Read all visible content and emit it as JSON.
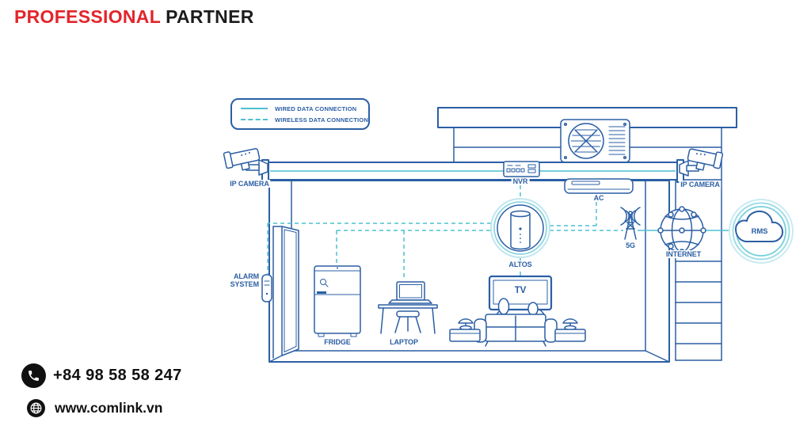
{
  "header": {
    "brand_primary": "PROFESSIONAL",
    "brand_secondary": "PARTNER"
  },
  "legend": {
    "wired": "WIRED DATA CONNECTION",
    "wireless": "WIRELESS DATA CONNECTION"
  },
  "diagram": {
    "labels": {
      "ip_camera_left": "IP CAMERA",
      "ip_camera_right": "IP CAMERA",
      "nvr": "NVR",
      "ac": "AC",
      "altos": "ALTOS",
      "five_g": "5G",
      "internet": "INTERNET",
      "rms": "RMS",
      "alarm_line1": "ALARM",
      "alarm_line2": "SYSTEM",
      "fridge": "FRIDGE",
      "laptop": "LAPTOP",
      "tv": "TV"
    }
  },
  "contact": {
    "phone": "+84 98 58 58 247",
    "website": "www.comlink.vn"
  },
  "colors": {
    "accent_red": "#e3242b",
    "line_blue": "#2b5fa4",
    "wired_teal": "#4cc0d2",
    "ring_teal_light": "#bfe6ee",
    "ring_teal_mid": "#8fd6e2",
    "text_dark": "#111111",
    "background": "#ffffff"
  }
}
